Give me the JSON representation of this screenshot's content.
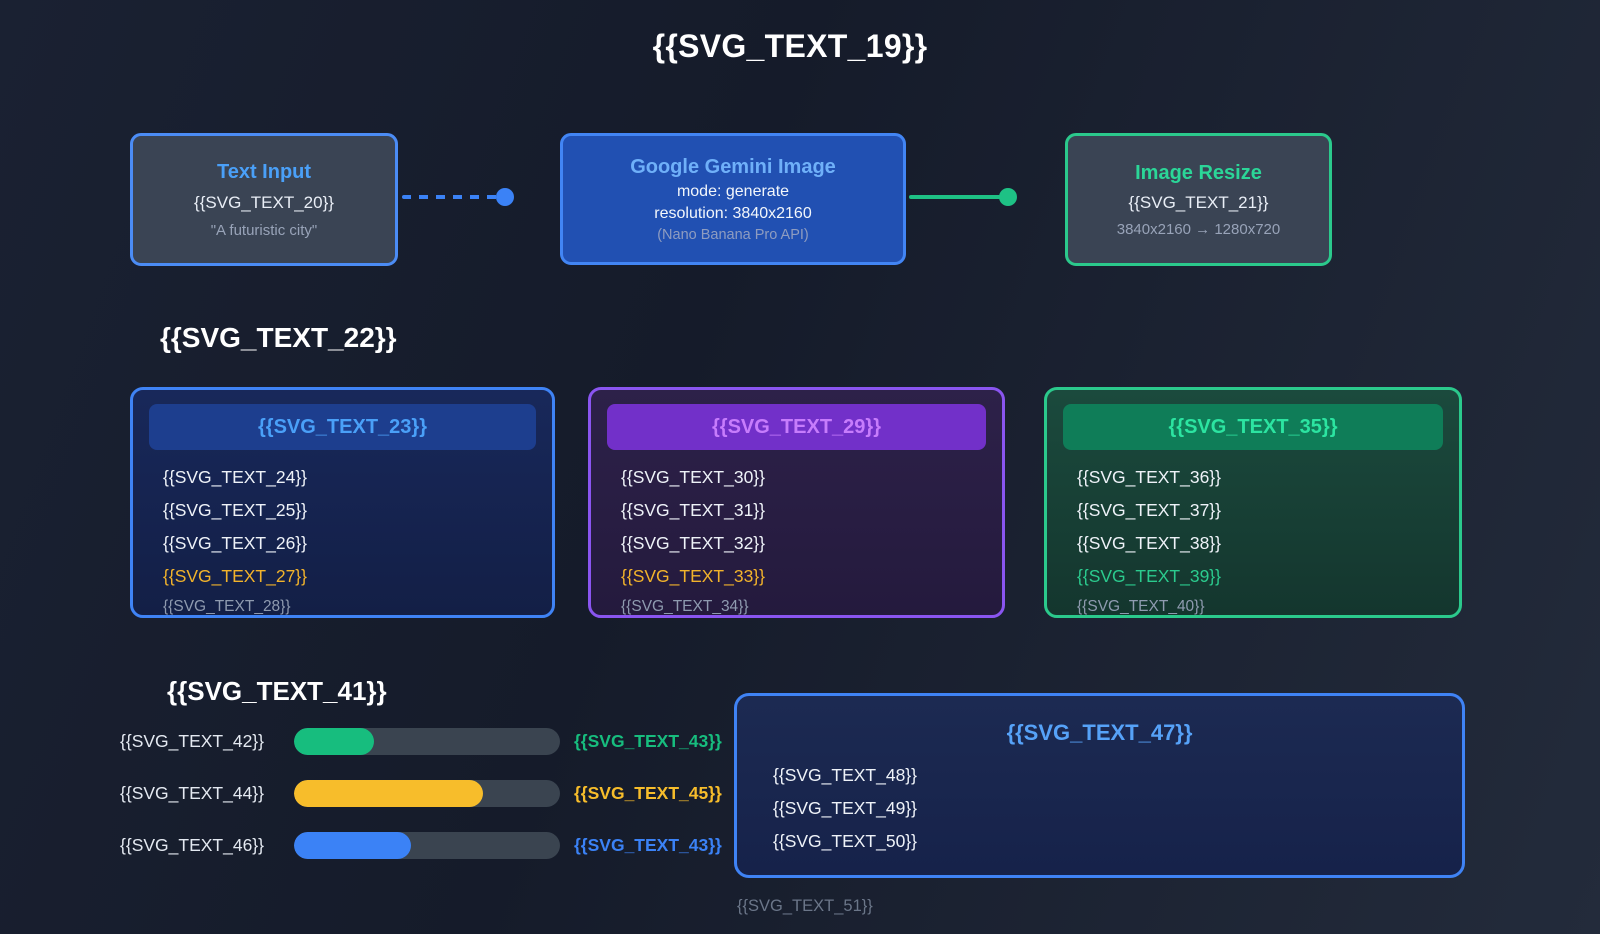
{
  "page": {
    "title": "{{SVG_TEXT_19}}",
    "footer_note": "{{SVG_TEXT_51}}"
  },
  "colors": {
    "background": "#161c2b",
    "blue_accent": "#3f83f5",
    "blue_text": "#4aa0f8",
    "purple_accent": "#8a55f0",
    "purple_text": "#c77cfc",
    "green_accent": "#2bc98c",
    "green_text": "#2ce4a1",
    "yellow_accent": "#f2b32b",
    "gray_text": "#98a3b8",
    "white_text": "#eef2f8",
    "track": "#3a4450"
  },
  "flow": {
    "node_input": {
      "title": "Text Input",
      "line1": "{{SVG_TEXT_20}}",
      "line2": "\"A futuristic city\""
    },
    "node_gemini": {
      "title": "Google Gemini Image",
      "line1": "mode: generate",
      "line2": "resolution: 3840x2160",
      "line3": "(Nano Banana Pro API)"
    },
    "node_resize": {
      "title": "Image Resize",
      "line1": "{{SVG_TEXT_21}}",
      "line2": "3840x2160 → 1280x720"
    }
  },
  "cards_section": {
    "header": "{{SVG_TEXT_22}}",
    "cards": [
      {
        "header": "{{SVG_TEXT_23}}",
        "items": [
          "{{SVG_TEXT_24}}",
          "{{SVG_TEXT_25}}",
          "{{SVG_TEXT_26}}"
        ],
        "highlight_item": "{{SVG_TEXT_27}}",
        "muted_item": "{{SVG_TEXT_28}}"
      },
      {
        "header": "{{SVG_TEXT_29}}",
        "items": [
          "{{SVG_TEXT_30}}",
          "{{SVG_TEXT_31}}",
          "{{SVG_TEXT_32}}"
        ],
        "highlight_item": "{{SVG_TEXT_33}}",
        "muted_item": "{{SVG_TEXT_34}}"
      },
      {
        "header": "{{SVG_TEXT_35}}",
        "items": [
          "{{SVG_TEXT_36}}",
          "{{SVG_TEXT_37}}",
          "{{SVG_TEXT_38}}"
        ],
        "highlight_item": "{{SVG_TEXT_39}}",
        "muted_item": "{{SVG_TEXT_40}}"
      }
    ]
  },
  "progress_section": {
    "header": "{{SVG_TEXT_41}}",
    "rows": [
      {
        "label": "{{SVG_TEXT_42}}",
        "value": "{{SVG_TEXT_43}}",
        "percent": 30,
        "color": "#17bd7e"
      },
      {
        "label": "{{SVG_TEXT_44}}",
        "value": "{{SVG_TEXT_45}}",
        "percent": 71,
        "color": "#f7bd2b"
      },
      {
        "label": "{{SVG_TEXT_46}}",
        "value": "{{SVG_TEXT_43}}",
        "percent": 44,
        "color": "#3b82f6"
      }
    ]
  },
  "summary_card": {
    "title": "{{SVG_TEXT_47}}",
    "items": [
      "{{SVG_TEXT_48}}",
      "{{SVG_TEXT_49}}",
      "{{SVG_TEXT_50}}"
    ]
  }
}
